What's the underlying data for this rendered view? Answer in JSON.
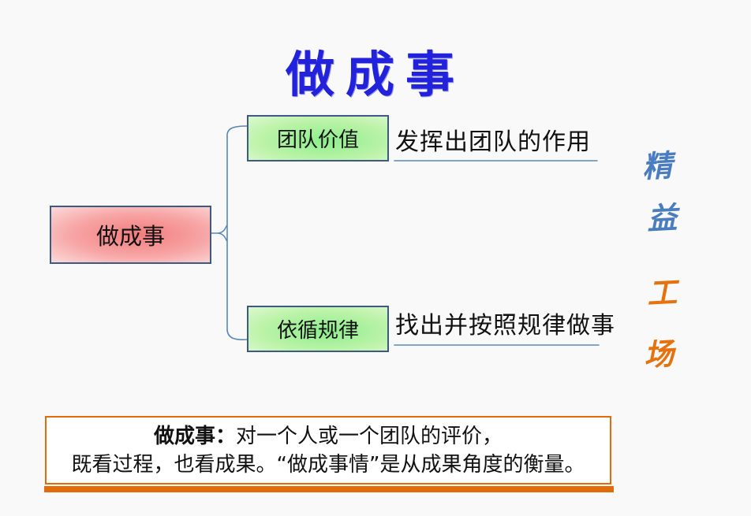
{
  "title": "做成事",
  "mindmap": {
    "root": {
      "label": "做成事"
    },
    "branches": [
      {
        "label": "团队价值",
        "description": "发挥出团队的作用"
      },
      {
        "label": "依循规律",
        "description": "找出并按照规律做事"
      }
    ]
  },
  "logo": {
    "name": "精益工场",
    "chars": [
      "精",
      "益",
      "工",
      "场"
    ]
  },
  "note": {
    "line1_bold": "做成事：",
    "line1_rest": "对一个人或一个团队的评价，",
    "line2": "既看过程，也看成果。“做成事情”是从成果角度的衡量。"
  },
  "colors": {
    "background": "#f9f9f9",
    "title_blue": "#2222dd",
    "node_border": "#3c5a84",
    "green_node_fill": "#8cee8c",
    "pink_node_fill": "#f47b7b",
    "connector_blue": "#5b87b5",
    "accent_orange": "#e36c0a",
    "logo_blue": "#4a7cc0",
    "logo_orange": "#e5720d"
  }
}
